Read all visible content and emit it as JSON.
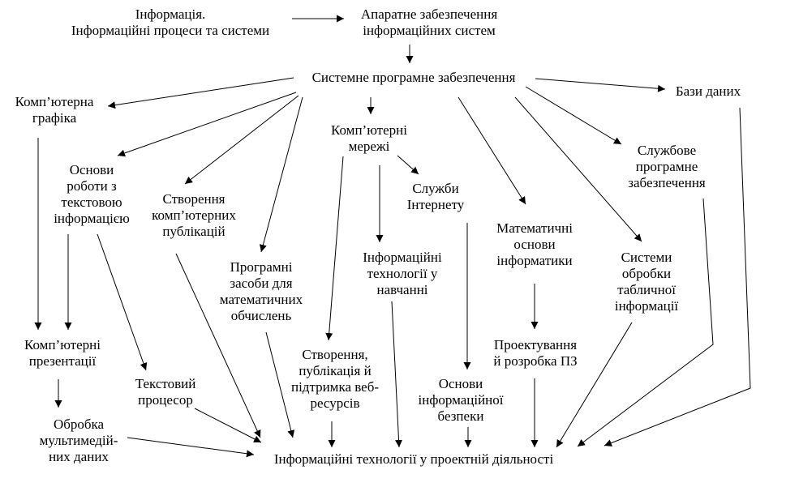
{
  "diagram": {
    "nodes": [
      {
        "id": "info",
        "lines": [
          "Інформація.",
          "Інформаційні процеси та системи"
        ]
      },
      {
        "id": "hardware",
        "lines": [
          "Апаратне забезпечення",
          "інформаційних систем"
        ]
      },
      {
        "id": "system_sw",
        "lines": [
          "Системне програмне забезпечення"
        ]
      },
      {
        "id": "graphics",
        "lines": [
          "Комп’ютерна",
          "графіка"
        ]
      },
      {
        "id": "databases",
        "lines": [
          "Бази даних"
        ]
      },
      {
        "id": "networks",
        "lines": [
          "Комп’ютерні",
          "мережі"
        ]
      },
      {
        "id": "text_basics",
        "lines": [
          "Основи",
          "роботи з",
          "текстовою",
          "інформацією"
        ]
      },
      {
        "id": "publications",
        "lines": [
          "Створення",
          "комп’ютерних",
          "публікацій"
        ]
      },
      {
        "id": "internet_services",
        "lines": [
          "Служби",
          "Інтернету"
        ]
      },
      {
        "id": "utility_sw",
        "lines": [
          "Службове",
          "програмне",
          "забезпечення"
        ]
      },
      {
        "id": "math_basics",
        "lines": [
          "Математичні",
          "основи",
          "інформатики"
        ]
      },
      {
        "id": "math_tools",
        "lines": [
          "Програмні",
          "засоби для",
          "математичних",
          "обчислень"
        ]
      },
      {
        "id": "it_education",
        "lines": [
          "Інформаційні",
          "технології у",
          "навчанні"
        ]
      },
      {
        "id": "spreadsheets",
        "lines": [
          "Системи",
          "обробки",
          "табличної",
          "інформації"
        ]
      },
      {
        "id": "presentations",
        "lines": [
          "Комп’ютерні",
          "презентації"
        ]
      },
      {
        "id": "web",
        "lines": [
          "Створення,",
          "публікація й",
          "підтримка веб-",
          "ресурсів"
        ]
      },
      {
        "id": "design_sw",
        "lines": [
          "Проектування",
          "й розробка ПЗ"
        ]
      },
      {
        "id": "word_processor",
        "lines": [
          "Текстовий",
          "процесор"
        ]
      },
      {
        "id": "security",
        "lines": [
          "Основи",
          "інформаційної",
          "безпеки"
        ]
      },
      {
        "id": "multimedia",
        "lines": [
          "Обробка",
          "мультимедій-",
          "них даних"
        ]
      },
      {
        "id": "it_projects",
        "lines": [
          "Інформаційні технології у проектній діяльності"
        ]
      }
    ],
    "edges": [
      [
        "info",
        "hardware"
      ],
      [
        "hardware",
        "system_sw"
      ],
      [
        "system_sw",
        "graphics"
      ],
      [
        "system_sw",
        "text_basics"
      ],
      [
        "system_sw",
        "publications"
      ],
      [
        "system_sw",
        "math_tools"
      ],
      [
        "system_sw",
        "networks"
      ],
      [
        "system_sw",
        "math_basics"
      ],
      [
        "system_sw",
        "spreadsheets"
      ],
      [
        "system_sw",
        "utility_sw"
      ],
      [
        "system_sw",
        "databases"
      ],
      [
        "networks",
        "internet_services"
      ],
      [
        "networks",
        "it_education"
      ],
      [
        "networks",
        "web"
      ],
      [
        "graphics",
        "presentations"
      ],
      [
        "text_basics",
        "presentations"
      ],
      [
        "text_basics",
        "word_processor"
      ],
      [
        "presentations",
        "multimedia"
      ],
      [
        "math_basics",
        "design_sw"
      ],
      [
        "internet_services",
        "security"
      ],
      [
        "multimedia",
        "it_projects"
      ],
      [
        "word_processor",
        "it_projects"
      ],
      [
        "publications",
        "it_projects"
      ],
      [
        "math_tools",
        "it_projects"
      ],
      [
        "web",
        "it_projects"
      ],
      [
        "it_education",
        "it_projects"
      ],
      [
        "security",
        "it_projects"
      ],
      [
        "design_sw",
        "it_projects"
      ],
      [
        "spreadsheets",
        "it_projects"
      ],
      [
        "utility_sw",
        "it_projects"
      ],
      [
        "databases",
        "it_projects"
      ]
    ]
  }
}
